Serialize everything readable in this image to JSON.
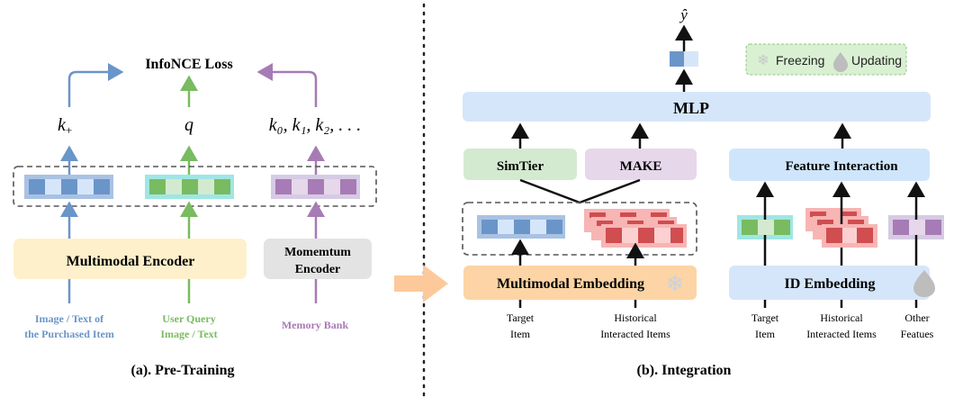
{
  "pretraining": {
    "caption": "(a). Pre-Training",
    "loss_label": "InfoNCE Loss",
    "k_plus": "k",
    "k_plus_sub": "+",
    "q": "q",
    "k_list": "k₀, k₁, k₂, . . .",
    "multimodal_encoder": "Multimodal Encoder",
    "momentum_encoder_line1": "Momemtum",
    "momentum_encoder_line2": "Encoder",
    "input_purchased_line1": "Image / Text of",
    "input_purchased_line2": "the Purchased Item",
    "input_query_line1": "User Query",
    "input_query_line2": "Image / Text",
    "input_memory": "Memory Bank"
  },
  "integration": {
    "caption": "(b). Integration",
    "output_label": "ŷ",
    "mlp": "MLP",
    "simtier": "SimTier",
    "make": "MAKE",
    "feature_interaction": "Feature Interaction",
    "multimodal_embedding": "Multimodal Embedding",
    "id_embedding": "ID Embedding",
    "legend": {
      "freezing": "Freezing",
      "updating": "Updating"
    },
    "inputs_left": [
      {
        "line1": "Target",
        "line2": "Item"
      },
      {
        "line1": "Historical",
        "line2": "Interacted Items"
      }
    ],
    "inputs_right": [
      {
        "line1": "Target",
        "line2": "Item"
      },
      {
        "line1": "Historical",
        "line2": "Interacted Items"
      },
      {
        "line1": "Other",
        "line2": "Featues"
      }
    ]
  },
  "colors": {
    "blue": "#6a95c9",
    "blue_light": "#d6e6fa",
    "green": "#79bb60",
    "purple": "#a77bb5",
    "red": "#d04d50",
    "orange_box": "#fcd4a5",
    "yellow_box": "#fdf0cb",
    "gray_box": "#e3e3e3"
  }
}
